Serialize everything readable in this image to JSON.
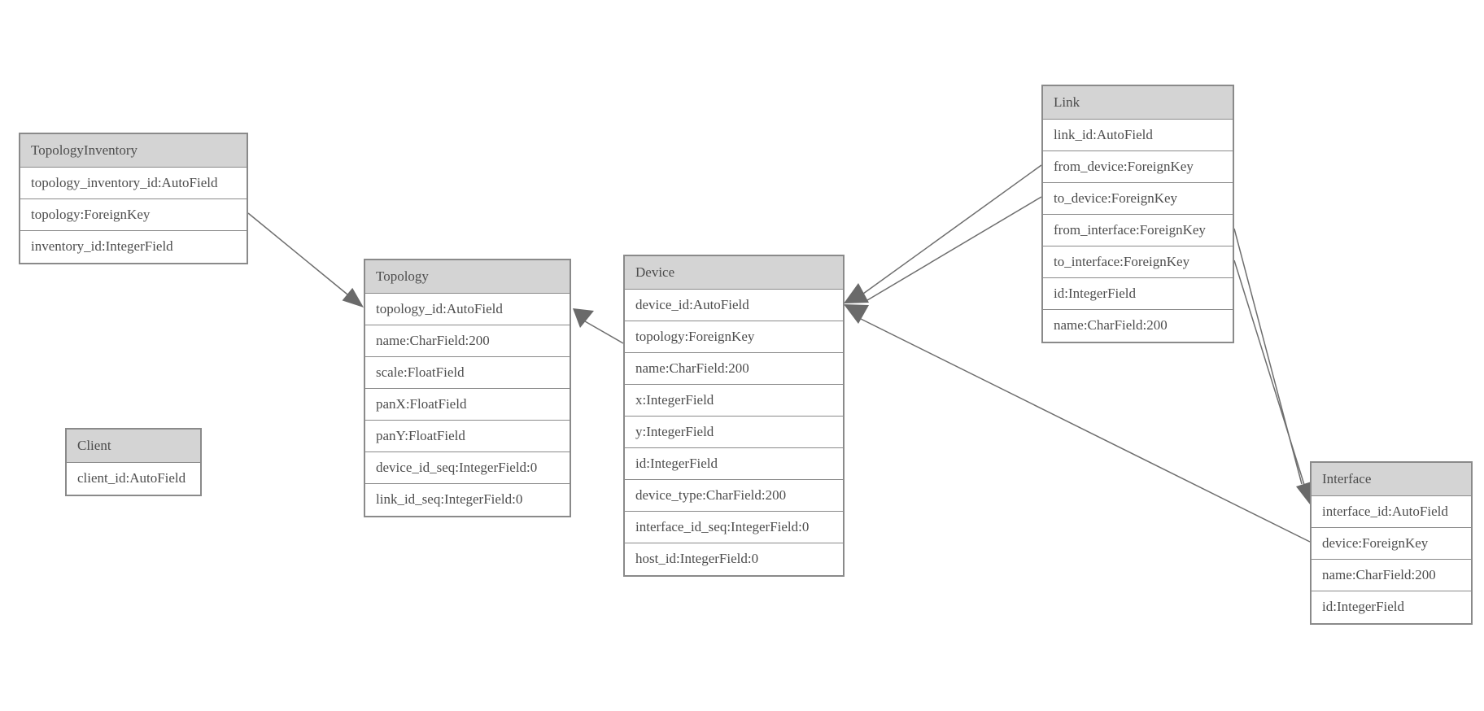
{
  "colors": {
    "background": "#ffffff",
    "table_header_fill": "#d4d4d4",
    "table_row_fill": "#ffffff",
    "table_border": "#8a8a8a",
    "text": "#4d4d4d",
    "connector": "#6e6e6e",
    "arrowhead": "#6a6a6a"
  },
  "tables": [
    {
      "title": "TopologyInventory",
      "fields": [
        "topology_inventory_id:AutoField",
        "topology:ForeignKey",
        "inventory_id:IntegerField"
      ]
    },
    {
      "title": "Topology",
      "fields": [
        "topology_id:AutoField",
        "name:CharField:200",
        "scale:FloatField",
        "panX:FloatField",
        "panY:FloatField",
        "device_id_seq:IntegerField:0",
        "link_id_seq:IntegerField:0"
      ]
    },
    {
      "title": "Client",
      "fields": [
        "client_id:AutoField"
      ]
    },
    {
      "title": "Device",
      "fields": [
        "device_id:AutoField",
        "topology:ForeignKey",
        "name:CharField:200",
        "x:IntegerField",
        "y:IntegerField",
        "id:IntegerField",
        "device_type:CharField:200",
        "interface_id_seq:IntegerField:0",
        "host_id:IntegerField:0"
      ]
    },
    {
      "title": "Link",
      "fields": [
        "link_id:AutoField",
        "from_device:ForeignKey",
        "to_device:ForeignKey",
        "from_interface:ForeignKey",
        "to_interface:ForeignKey",
        "id:IntegerField",
        "name:CharField:200"
      ]
    },
    {
      "title": "Interface",
      "fields": [
        "interface_id:AutoField",
        "device:ForeignKey",
        "name:CharField:200",
        "id:IntegerField"
      ]
    }
  ],
  "relationships": [
    {
      "from": "TopologyInventory.topology",
      "to": "Topology.topology_id"
    },
    {
      "from": "Device.topology",
      "to": "Topology.topology_id"
    },
    {
      "from": "Link.from_device",
      "to": "Device.device_id"
    },
    {
      "from": "Link.to_device",
      "to": "Device.device_id"
    },
    {
      "from": "Link.from_interface",
      "to": "Interface.interface_id"
    },
    {
      "from": "Link.to_interface",
      "to": "Interface.interface_id"
    },
    {
      "from": "Interface.device",
      "to": "Device.device_id"
    }
  ]
}
